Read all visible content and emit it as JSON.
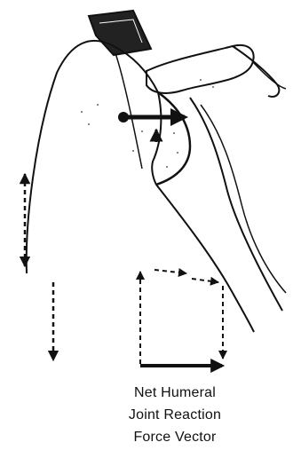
{
  "figure": {
    "caption_lines": [
      "Net Humeral",
      "Joint Reaction",
      "Force Vector"
    ]
  },
  "colors": {
    "line": "#111111",
    "background": "#ffffff",
    "tissue_dark": "#222222"
  },
  "icons": {
    "solid_arrow": "arrow-right",
    "dashed_arrow": "dashed-arrow"
  }
}
